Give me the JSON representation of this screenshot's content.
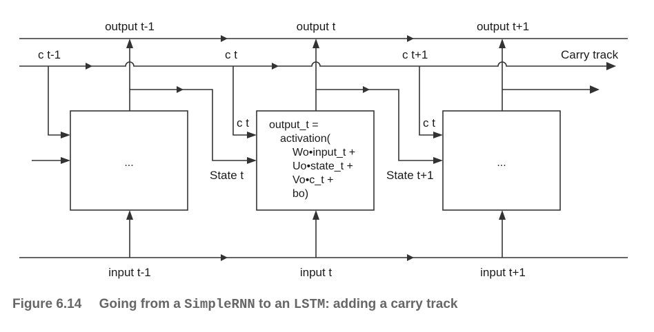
{
  "labels": {
    "output_prev": "output t-1",
    "output_cur": "output t",
    "output_next": "output t+1",
    "c_prev": "c t-1",
    "c_cur": "c t",
    "c_next": "c t+1",
    "carry_track": "Carry track",
    "c_in_cur": "c t",
    "c_in_next": "c t",
    "state_t": "State t",
    "state_next": "State t+1",
    "input_prev": "input t-1",
    "input_cur": "input t",
    "input_next": "input t+1",
    "cell_prev": "...",
    "cell_next": "..."
  },
  "cell_formula": {
    "line1": "output_t =",
    "line2": "activation(",
    "line3": "Wo•input_t +",
    "line4": "Uo•state_t +",
    "line5": "Vo•c_t +",
    "line6": "bo)"
  },
  "caption": {
    "figure_number": "Figure 6.14",
    "text_a": "Going from a",
    "code_a": "SimpleRNN",
    "text_b": "to an",
    "code_b": "LSTM",
    "text_c": ": adding a carry track"
  }
}
